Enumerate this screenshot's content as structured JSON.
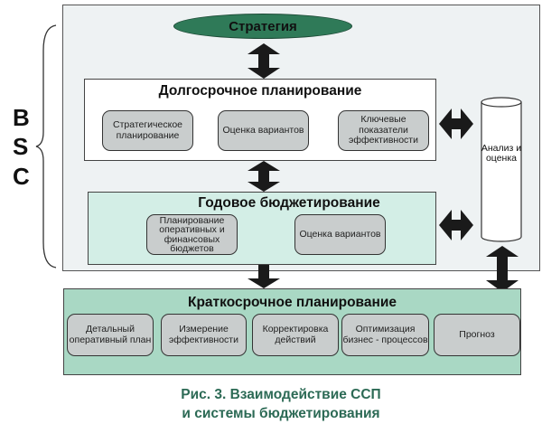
{
  "bsc_label": [
    "B",
    "S",
    "C"
  ],
  "strategy": "Стратегия",
  "long_term": {
    "title": "Долгосрочное планирование",
    "items": [
      "Стратегическое планирование",
      "Оценка вариантов",
      "Ключевые показатели эффективности"
    ]
  },
  "annual": {
    "title": "Годовое бюджетирование",
    "items": [
      "Планирование оперативных и финансовых бюджетов",
      "Оценка вариантов"
    ]
  },
  "short_term": {
    "title": "Краткосрочное планирование",
    "items": [
      "Детальный оперативный план",
      "Измерение эффективности",
      "Корректировка действий",
      "Оптимизация бизнес - процессов",
      "Прогноз"
    ]
  },
  "analysis": "Анализ и оценка",
  "caption": {
    "line1": "Рис. 3. Взаимодействие ССП",
    "line2": "и системы бюджетирования"
  },
  "colors": {
    "strategy": "#2f7a58",
    "annual": "#d3eee6",
    "short_term": "#a9d8c4",
    "subbox": "#c9cdcd",
    "caption": "#2c6a55"
  }
}
